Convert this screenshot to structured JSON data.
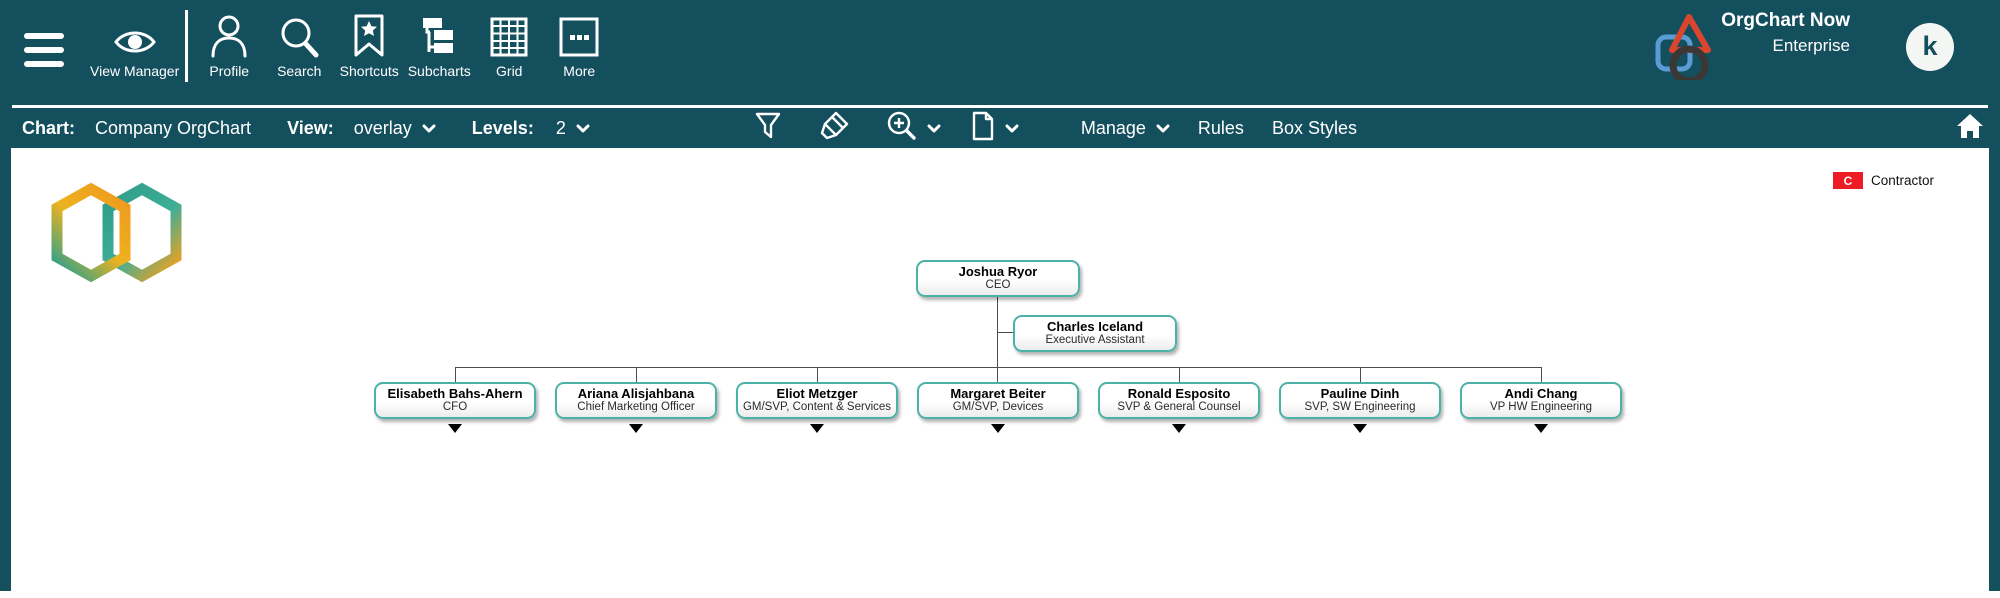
{
  "brand": {
    "name": "OrgChart Now",
    "edition": "Enterprise",
    "avatar_initial": "k"
  },
  "toolbar_primary": {
    "items": [
      {
        "label": "View Manager",
        "icon": "eye-icon"
      },
      {
        "label": "Profile",
        "icon": "person-icon"
      },
      {
        "label": "Search",
        "icon": "search-icon"
      },
      {
        "label": "Shortcuts",
        "icon": "bookmark-star-icon"
      },
      {
        "label": "Subcharts",
        "icon": "subchart-tree-icon"
      },
      {
        "label": "Grid",
        "icon": "grid-icon"
      },
      {
        "label": "More",
        "icon": "more-ellipsis-icon"
      }
    ]
  },
  "toolbar_secondary": {
    "chart_label": "Chart:",
    "chart_value": "Company OrgChart",
    "view_label": "View:",
    "view_value": "overlay",
    "levels_label": "Levels:",
    "levels_value": "2",
    "manage_label": "Manage",
    "rules_label": "Rules",
    "box_styles_label": "Box Styles",
    "icons": [
      "filter-icon",
      "highlighter-icon",
      "zoom-in-icon",
      "document-icon",
      "home-icon"
    ]
  },
  "legend": {
    "badge_letter": "C",
    "label": "Contractor",
    "badge_color": "#ed1c24"
  },
  "org_chart": {
    "root": {
      "name": "Joshua Ryor",
      "title": "CEO"
    },
    "assistant": {
      "name": "Charles Iceland",
      "title": "Executive Assistant"
    },
    "children": [
      {
        "name": "Elisabeth Bahs-Ahern",
        "title": "CFO"
      },
      {
        "name": "Ariana Alisjahbana",
        "title": "Chief Marketing Officer"
      },
      {
        "name": "Eliot Metzger",
        "title": "GM/SVP, Content & Services"
      },
      {
        "name": "Margaret Beiter",
        "title": "GM/SVP, Devices"
      },
      {
        "name": "Ronald Esposito",
        "title": "SVP & General Counsel"
      },
      {
        "name": "Pauline Dinh",
        "title": "SVP, SW Engineering"
      },
      {
        "name": "Andi Chang",
        "title": "VP HW Engineering"
      }
    ]
  },
  "colors": {
    "toolbar_teal": "#144f5e",
    "node_border_teal": "#4cb2a8",
    "contractor_red": "#ed1c24"
  }
}
